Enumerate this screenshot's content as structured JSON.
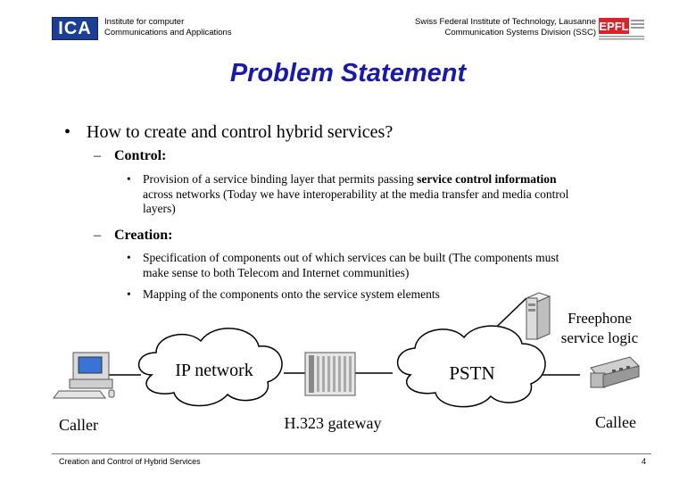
{
  "header": {
    "ica_logo": "ICA",
    "left_line1": "Institute for computer",
    "left_line2": "Communications and Applications",
    "right_line1": "Swiss Federal Institute of Technology, Lausanne",
    "right_line2": "Communication Systems Division (SSC)",
    "epfl_logo": "EPFL"
  },
  "slide": {
    "title": "Problem Statement",
    "bullet1": "How to create and control hybrid services?",
    "control_label": "Control:",
    "control_text_a": "Provision of a service binding layer that permits passing ",
    "control_text_b": "service control information",
    "control_line2": "across networks (Today we have interoperability at the media transfer and media control",
    "control_line3": "layers)",
    "creation_label": "Creation:",
    "creation_line1": "Specification of components out of which services can be built (The components must",
    "creation_line2": "make sense to both Telecom and Internet communities)",
    "creation_item2": "Mapping of the components onto the service system elements"
  },
  "diagram": {
    "freephone_line1": "Freephone",
    "freephone_line2": "service logic",
    "ip_network": "IP network",
    "pstn": "PSTN",
    "caller": "Caller",
    "gateway": "H.323 gateway",
    "callee": "Callee"
  },
  "footer": {
    "title": "Creation and Control of Hybrid Services",
    "page": "4"
  },
  "colors": {
    "title": "#1a1aa8",
    "ica_logo": "#1b3f94",
    "epfl_logo": "#d8232a"
  }
}
